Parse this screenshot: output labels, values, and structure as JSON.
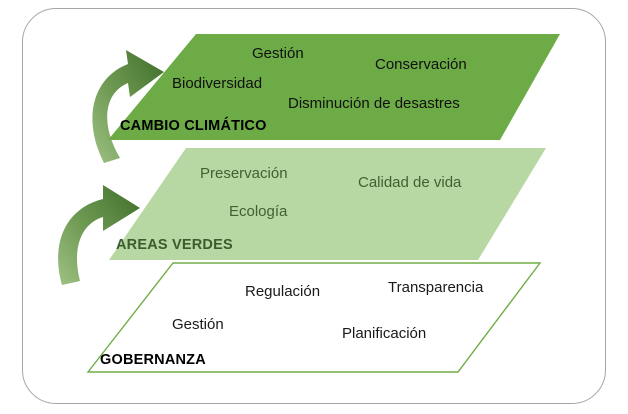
{
  "diagram": {
    "title_visible": false,
    "frame": {
      "shape": "rounded-rectangle",
      "border_color": "#a6a6a6"
    },
    "colors": {
      "layer_top_fill": "#6cab46",
      "layer_middle_fill": "#b7d7a3",
      "layer_bottom_fill": "#ffffff",
      "layer_bottom_stroke": "#70ad47",
      "arrow_dark": "#3f6e2a",
      "arrow_light": "#8bb673",
      "text_dark_green": "#41612f",
      "text_black": "#111111"
    },
    "layers": [
      {
        "id": "cambio-climatico",
        "label": "CAMBIO CLIMÁTICO",
        "fill": "#6cab46",
        "text_color": "#111111",
        "tags": [
          "Gestión",
          "Conservación",
          "Biodiversidad",
          "Disminución de desastres"
        ]
      },
      {
        "id": "areas-verdes",
        "label": "AREAS VERDES",
        "fill": "#b7d7a3",
        "text_color": "#41612f",
        "tags": [
          "Preservación",
          "Calidad de vida",
          "Ecología"
        ]
      },
      {
        "id": "gobernanza",
        "label": "GOBERNANZA",
        "fill": "#ffffff",
        "text_color": "#1a1a1a",
        "tags": [
          "Regulación",
          "Transparencia",
          "Gestión",
          "Planificación"
        ]
      }
    ],
    "arrows": [
      {
        "id": "arrow-lower-to-middle",
        "direction": "curved-up-right",
        "from": "gobernanza",
        "to": "areas-verdes"
      },
      {
        "id": "arrow-middle-to-top",
        "direction": "curved-up-right",
        "from": "areas-verdes",
        "to": "cambio-climatico"
      }
    ]
  }
}
